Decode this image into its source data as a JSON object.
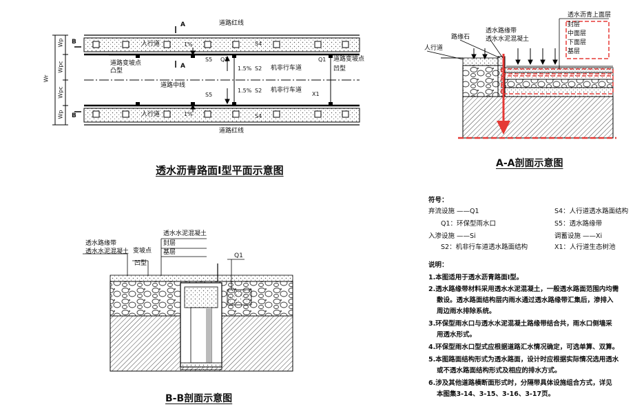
{
  "plan": {
    "title": "透水沥青路面I型平面示意图",
    "road_red_line": "道路红线",
    "sidewalk": "人行道",
    "slope_1pct": "1%",
    "slope_15pct": "1.5%",
    "s4": "S4",
    "s5": "S5",
    "q1": "Q1",
    "s2": "S2",
    "x1": "X1",
    "motor_lane": "机非行车道",
    "slope_change_convex": "道路变坡点",
    "convex": "凸型",
    "slope_change_concave": "道路变坡点",
    "concave": "凹型",
    "centerline": "道路中线",
    "section_a": "A",
    "section_b": "B",
    "dims": [
      "Wp",
      "Wpc",
      "Wr",
      "Wpc",
      "Wp"
    ]
  },
  "aa": {
    "title": "A-A剖面示意图",
    "sidewalk": "人行道",
    "curb": "路缘石",
    "perm_edge": "透水路缘带",
    "perm_concrete": "透水水泥混凝土",
    "layers_header": "透水沥青上面层",
    "layers": [
      "封层",
      "中面层",
      "下面层",
      "基层"
    ]
  },
  "bb": {
    "title": "B-B剖面示意图",
    "perm_edge": "透水路缘带",
    "perm_concrete": "透水水泥混凝土",
    "slope_point": "变坡点",
    "concave": "凹型",
    "pc_header": "透水水泥混凝土",
    "seal": "封层",
    "base": "基层",
    "q1": "Q1"
  },
  "legend": {
    "symbols_title": "符号：",
    "rows": [
      {
        "left": "弃流设施 ——Q1",
        "right": "S4：人行道透水路面结构"
      },
      {
        "left": "Q1：环保型雨水口",
        "right": "S5：透水路缘带"
      },
      {
        "left": "入渗设施 ——Si",
        "right": "调蓄设施 ——Xi"
      },
      {
        "left": "S2：机非行车道透水路面结构",
        "right": "X1：人行道生态树池"
      }
    ],
    "notes_title": "说明：",
    "notes": [
      "1.本图适用于透水沥青路面I型。",
      "2.透水路缘带材料采用透水水泥混凝土，一般透水路面范围内均需",
      "敷设。透水路面结构层内雨水通过透水路缘带汇集后，渗排入",
      "周边雨水排除系统。",
      "3.环保型雨水口与透水水泥混凝土路缘带结合共，雨水口侧墙采",
      "用透水形式。",
      "4.环保型雨水口型式应根据道路汇水情况确定，可选单算、双算。",
      "5.本图路面结构形式为透水路面，设计时应根据实际情况选用透水",
      "或不透水路面结构形式及相应的排水方式。",
      "6.涉及其他道路横断面形式时，分隔带具体设施组合方式，详见",
      "本图集3-14、3-15、3-16、3-17页。"
    ]
  }
}
